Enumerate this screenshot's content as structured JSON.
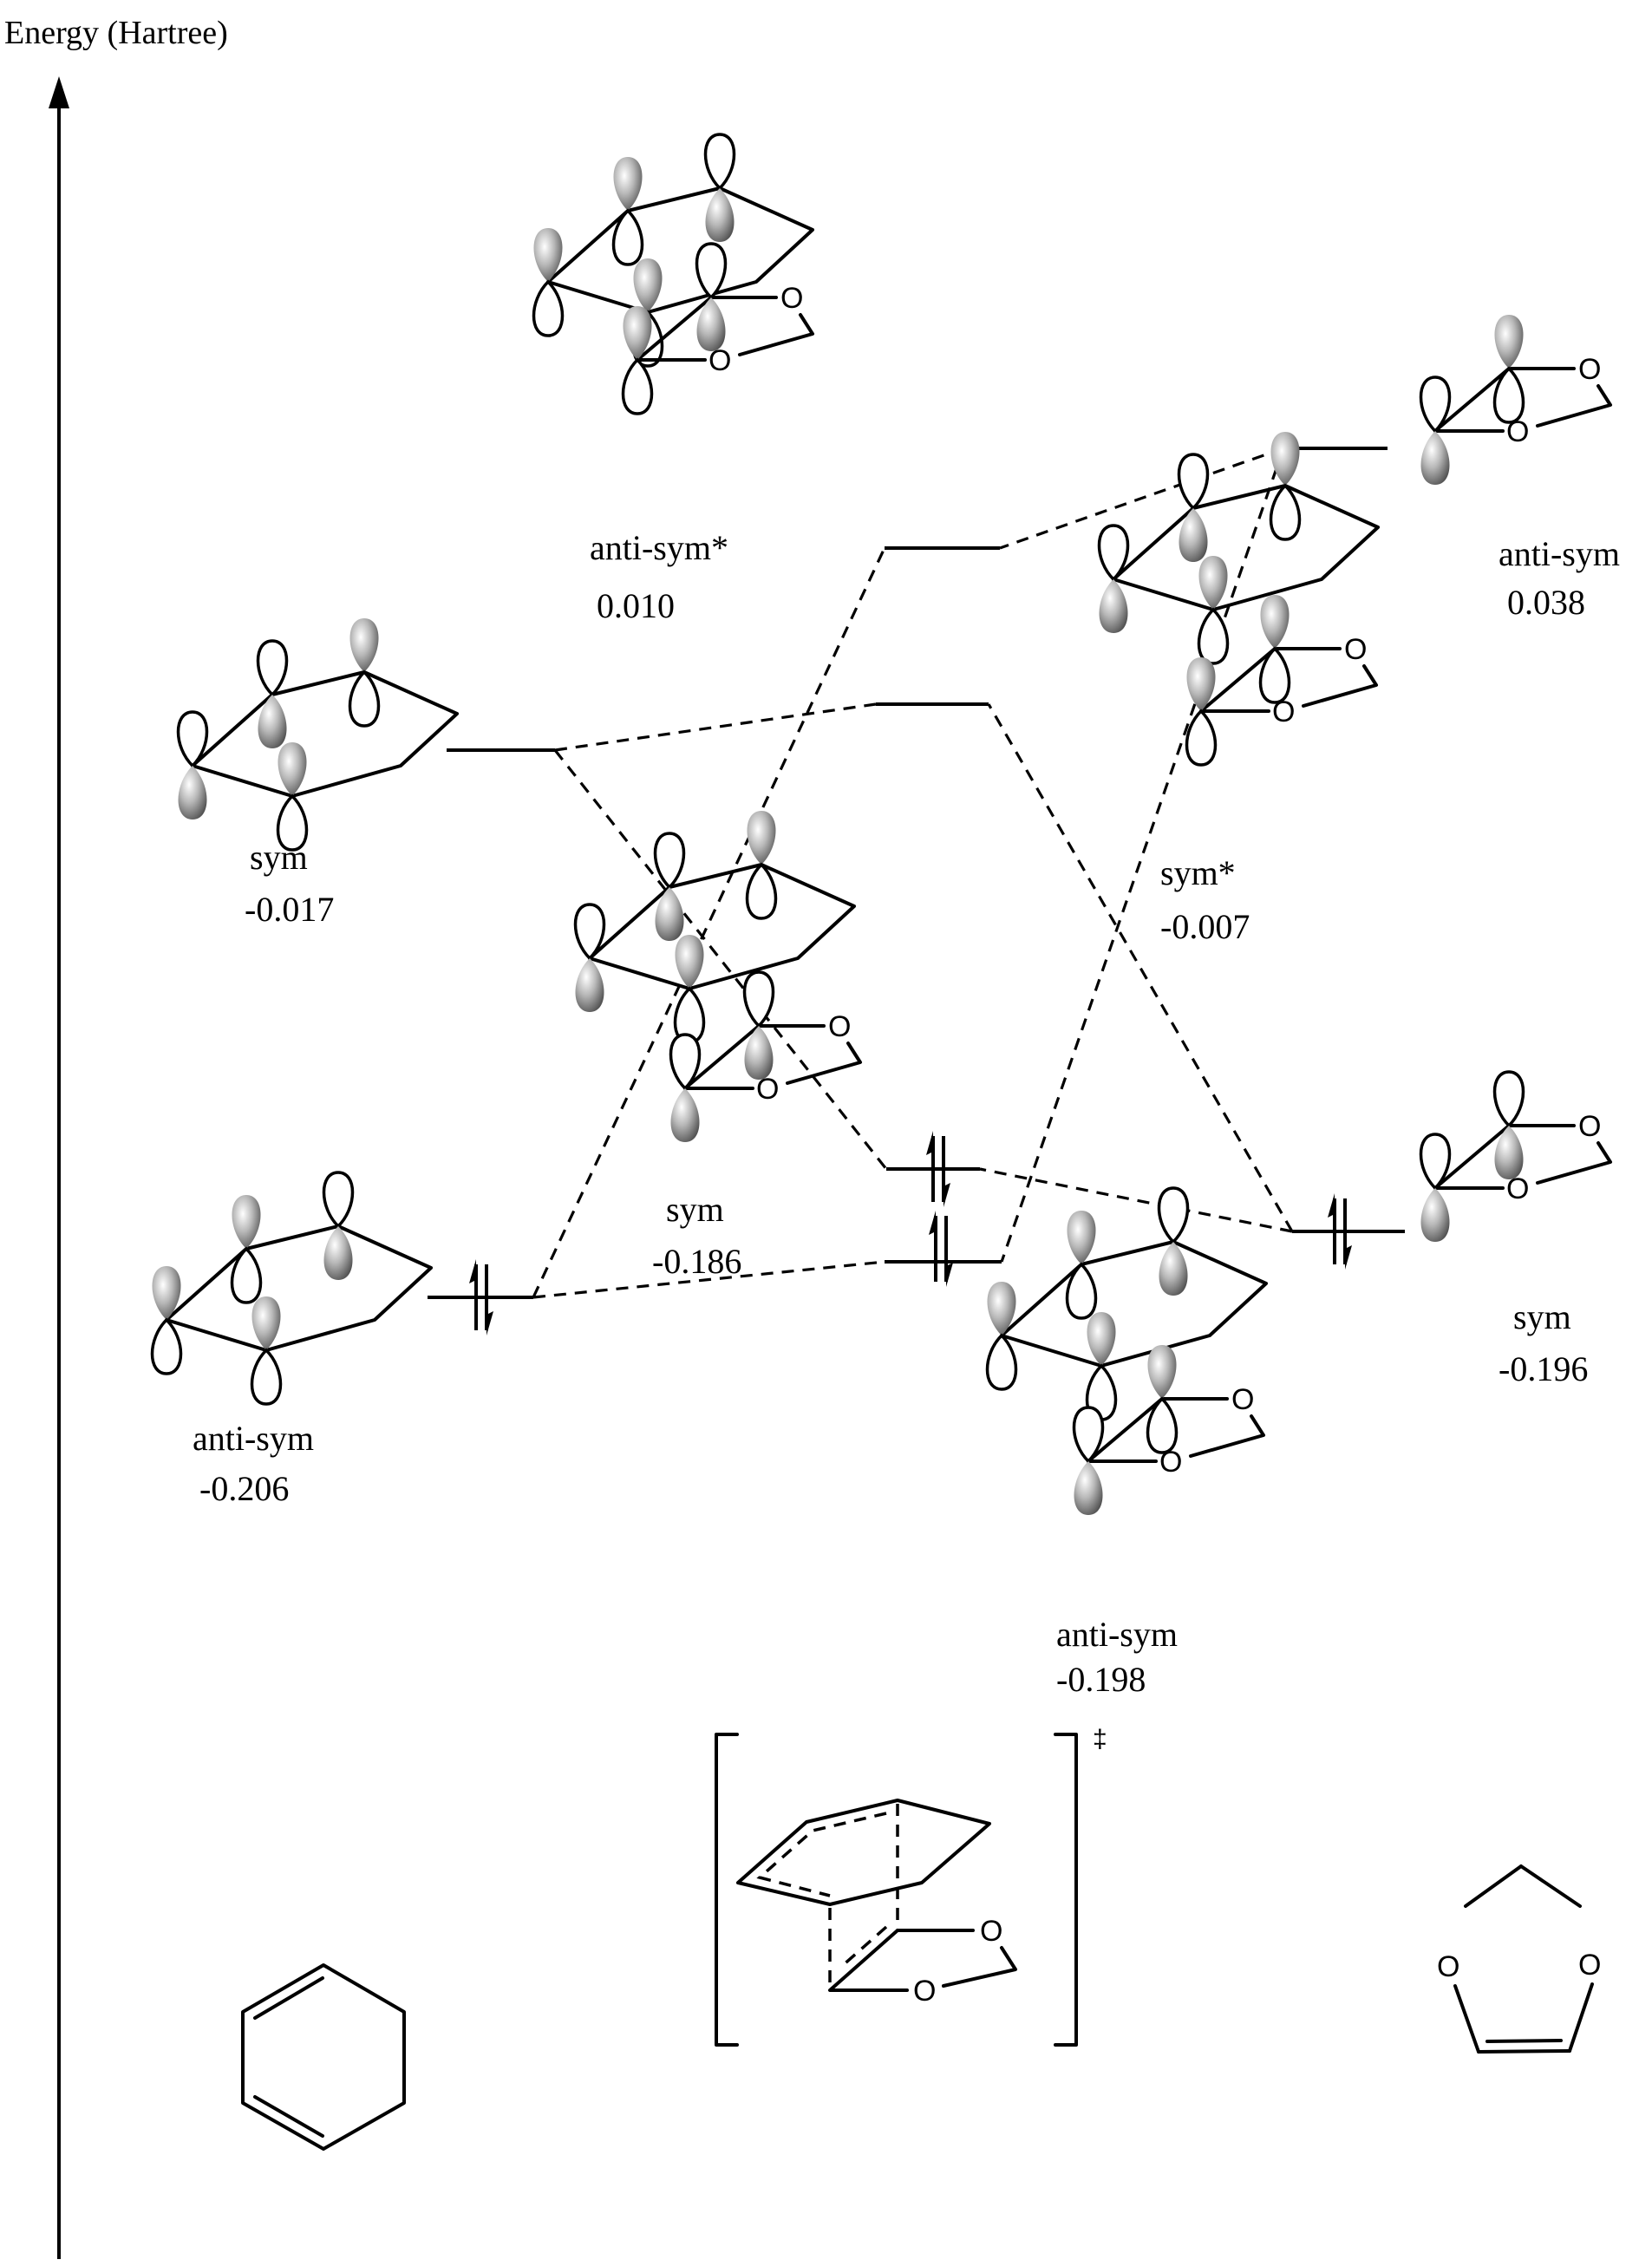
{
  "diagram": {
    "title": "Frontier molecular orbital correlation diagram",
    "axis": {
      "label": "Energy (Hartree)",
      "direction": "up"
    },
    "colors": {
      "line": "#000000",
      "lobe_shaded": "#9a9a9a",
      "background": "#ffffff"
    },
    "columns": {
      "left": {
        "fragment": "cyclohexa-1,3-diene"
      },
      "center": {
        "fragment": "transition state complex"
      },
      "right": {
        "fragment": "1,3-dioxole"
      }
    },
    "levels": [
      {
        "id": "diene-sym",
        "column": "left",
        "label": "sym",
        "energy": "-0.017",
        "occupied": false
      },
      {
        "id": "diene-antisym",
        "column": "left",
        "label": "anti-sym",
        "energy": "-0.206",
        "occupied": true
      },
      {
        "id": "ts-antisym-star",
        "column": "center",
        "label": "anti-sym*",
        "energy": "0.010",
        "occupied": false
      },
      {
        "id": "ts-sym-star",
        "column": "center",
        "label": "sym*",
        "energy": "-0.007",
        "occupied": false
      },
      {
        "id": "ts-sym",
        "column": "center",
        "label": "sym",
        "energy": "-0.186",
        "occupied": true
      },
      {
        "id": "ts-antisym",
        "column": "center",
        "label": "anti-sym",
        "energy": "-0.198",
        "occupied": true
      },
      {
        "id": "dioxole-antisym",
        "column": "right",
        "label": "anti-sym",
        "energy": "0.038",
        "occupied": false
      },
      {
        "id": "dioxole-sym",
        "column": "right",
        "label": "sym",
        "energy": "-0.196",
        "occupied": true
      }
    ],
    "correlations": [
      [
        "diene-sym",
        "ts-sym-star"
      ],
      [
        "diene-sym",
        "ts-sym"
      ],
      [
        "diene-antisym",
        "ts-antisym-star"
      ],
      [
        "diene-antisym",
        "ts-antisym"
      ],
      [
        "dioxole-antisym",
        "ts-antisym-star"
      ],
      [
        "dioxole-antisym",
        "ts-antisym"
      ],
      [
        "dioxole-sym",
        "ts-sym-star"
      ],
      [
        "dioxole-sym",
        "ts-sym"
      ]
    ],
    "atoms": {
      "oxygen": "O"
    },
    "ts_symbol": "‡"
  }
}
